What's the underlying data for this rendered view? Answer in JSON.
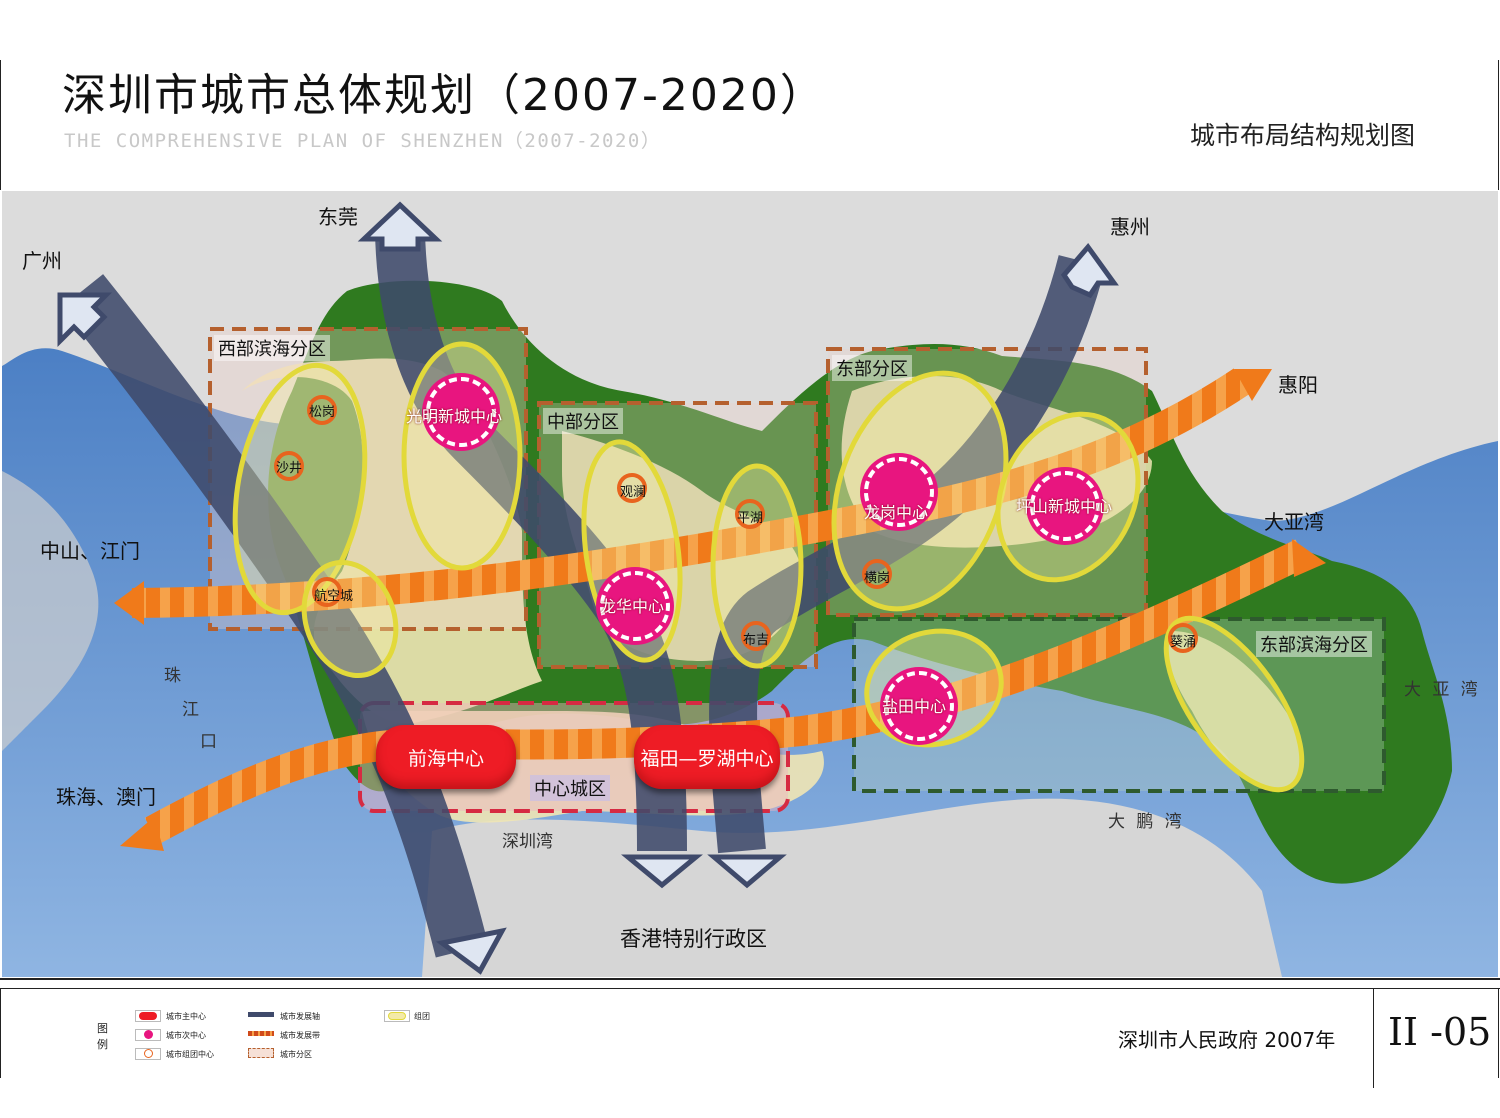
{
  "header": {
    "title": "深圳市城市总体规划（2007-2020）",
    "subtitle": "THE COMPREHENSIVE PLAN OF SHENZHEN（2007-2020）",
    "map_name": "城市布局结构规划图"
  },
  "map": {
    "destinations": {
      "guangzhou": "广州",
      "dongguan": "东莞",
      "huizhou": "惠州",
      "huiyang": "惠阳",
      "dayawan_out": "大亚湾",
      "zhongshan": "中山、江门",
      "zhuhai": "珠海、澳门",
      "hongkong": "香港特别行政区"
    },
    "water": {
      "pearl_river_1": "珠",
      "pearl_river_2": "江",
      "pearl_river_3": "口",
      "shenzhen_bay": "深圳湾",
      "dapeng_bay": "大 鹏 湾",
      "daya_bay": "大 亚 湾"
    },
    "zones": {
      "west": "西部滨海分区",
      "central": "中部分区",
      "east": "东部分区",
      "east_coast": "东部滨海分区",
      "center_district": "中心城区"
    },
    "main_centers": {
      "qianhai": "前海中心",
      "futian": "福田—罗湖中心"
    },
    "sub_centers": {
      "guangming": "光明新城中心",
      "longhua": "龙华中心",
      "longgang": "龙岗中心",
      "pingshan": "坪山新城中心",
      "yantian": "盐田中心"
    },
    "group_centers": {
      "songgang": "松岗",
      "shajing": "沙井",
      "hangkong": "航空城",
      "guanlan": "观澜",
      "pinghu": "平湖",
      "buji": "布吉",
      "henggang": "横岗",
      "kuichong": "葵涌"
    }
  },
  "legend": {
    "title_1": "图",
    "title_2": "例",
    "main_center": "城市主中心",
    "sub_center": "城市次中心",
    "group_center": "城市组团中心",
    "dev_axis": "城市发展轴",
    "dev_belt": "城市发展带",
    "district": "城市分区",
    "group": "组团"
  },
  "footer": {
    "authority": "深圳市人民政府  2007年",
    "sheet_no": "II -05"
  },
  "colors": {
    "main_center": "#ee1c25",
    "sub_center": "#e8157f",
    "group_ring": "#e8641e",
    "dev_axis": "#3f4a6b",
    "dev_belt": "#f07a1a",
    "land_green": "#2f7a1f",
    "urban_yellow": "#efe6b4",
    "sea": "#4f84c6"
  }
}
